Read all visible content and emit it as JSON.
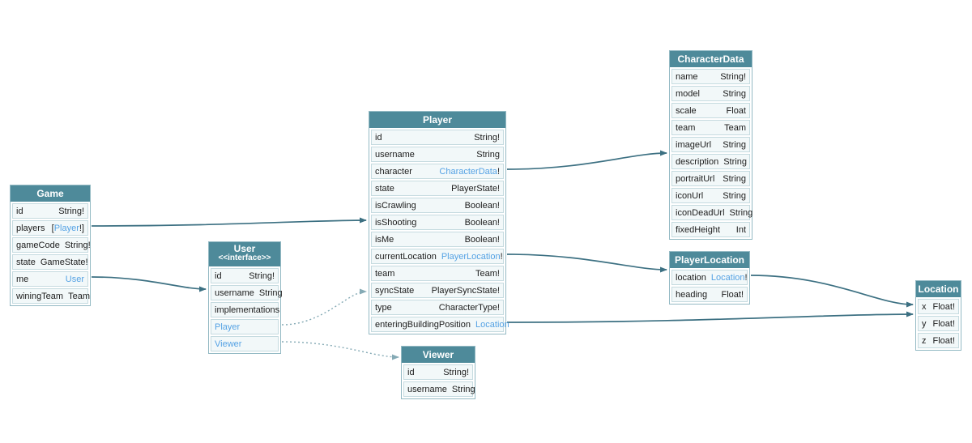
{
  "diagram": {
    "colors": {
      "header_bg": "#4e8a9a",
      "header_text": "#ffffff",
      "link_blue": "#55a2e4",
      "edge_solid": "#3c7082",
      "edge_dotted": "#85aab5",
      "row_bg": "#f2f8f9",
      "row_border": "#c6dbe0",
      "table_border": "#94bac4"
    },
    "tables": [
      {
        "name": "Game",
        "fields": [
          {
            "name": "id",
            "type": [
              {
                "text": "String!"
              }
            ]
          },
          {
            "name": "players",
            "type": [
              {
                "text": "["
              },
              {
                "text": "Player",
                "link": true
              },
              {
                "text": "!]"
              }
            ]
          },
          {
            "name": "gameCode",
            "type": [
              {
                "text": "String!"
              }
            ]
          },
          {
            "name": "state",
            "type": [
              {
                "text": "GameState!"
              }
            ]
          },
          {
            "name": "me",
            "type": [
              {
                "text": "User",
                "link": true
              }
            ]
          },
          {
            "name": "winingTeam",
            "type": [
              {
                "text": "Team"
              }
            ]
          }
        ]
      },
      {
        "name": "User",
        "subtitle": "<<interface>>",
        "fields": [
          {
            "name": "id",
            "type": [
              {
                "text": "String!"
              }
            ]
          },
          {
            "name": "username",
            "type": [
              {
                "text": "String"
              }
            ]
          },
          {
            "name": "implementations",
            "type": []
          },
          {
            "name": "Player",
            "type": [],
            "name_link": true
          },
          {
            "name": "Viewer",
            "type": [],
            "name_link": true
          }
        ]
      },
      {
        "name": "Player",
        "fields": [
          {
            "name": "id",
            "type": [
              {
                "text": "String!"
              }
            ]
          },
          {
            "name": "username",
            "type": [
              {
                "text": "String"
              }
            ]
          },
          {
            "name": "character",
            "type": [
              {
                "text": "CharacterData",
                "link": true
              },
              {
                "text": "!"
              }
            ]
          },
          {
            "name": "state",
            "type": [
              {
                "text": "PlayerState!"
              }
            ]
          },
          {
            "name": "isCrawling",
            "type": [
              {
                "text": "Boolean!"
              }
            ]
          },
          {
            "name": "isShooting",
            "type": [
              {
                "text": "Boolean!"
              }
            ]
          },
          {
            "name": "isMe",
            "type": [
              {
                "text": "Boolean!"
              }
            ]
          },
          {
            "name": "currentLocation",
            "type": [
              {
                "text": "PlayerLocation",
                "link": true
              },
              {
                "text": "!"
              }
            ]
          },
          {
            "name": "team",
            "type": [
              {
                "text": "Team!"
              }
            ]
          },
          {
            "name": "syncState",
            "type": [
              {
                "text": "PlayerSyncState!"
              }
            ]
          },
          {
            "name": "type",
            "type": [
              {
                "text": "CharacterType!"
              }
            ]
          },
          {
            "name": "enteringBuildingPosition",
            "type": [
              {
                "text": "Location",
                "link": true
              }
            ]
          }
        ]
      },
      {
        "name": "Viewer",
        "fields": [
          {
            "name": "id",
            "type": [
              {
                "text": "String!"
              }
            ]
          },
          {
            "name": "username",
            "type": [
              {
                "text": "String"
              }
            ]
          }
        ]
      },
      {
        "name": "CharacterData",
        "fields": [
          {
            "name": "name",
            "type": [
              {
                "text": "String!"
              }
            ]
          },
          {
            "name": "model",
            "type": [
              {
                "text": "String"
              }
            ]
          },
          {
            "name": "scale",
            "type": [
              {
                "text": "Float"
              }
            ]
          },
          {
            "name": "team",
            "type": [
              {
                "text": "Team"
              }
            ]
          },
          {
            "name": "imageUrl",
            "type": [
              {
                "text": "String"
              }
            ]
          },
          {
            "name": "description",
            "type": [
              {
                "text": "String"
              }
            ]
          },
          {
            "name": "portraitUrl",
            "type": [
              {
                "text": "String"
              }
            ]
          },
          {
            "name": "iconUrl",
            "type": [
              {
                "text": "String"
              }
            ]
          },
          {
            "name": "iconDeadUrl",
            "type": [
              {
                "text": "String"
              }
            ]
          },
          {
            "name": "fixedHeight",
            "type": [
              {
                "text": "Int"
              }
            ]
          }
        ]
      },
      {
        "name": "PlayerLocation",
        "fields": [
          {
            "name": "location",
            "type": [
              {
                "text": "Location",
                "link": true
              },
              {
                "text": "!"
              }
            ]
          },
          {
            "name": "heading",
            "type": [
              {
                "text": "Float!"
              }
            ]
          }
        ]
      },
      {
        "name": "Location",
        "fields": [
          {
            "name": "x",
            "type": [
              {
                "text": "Float!"
              }
            ]
          },
          {
            "name": "y",
            "type": [
              {
                "text": "Float!"
              }
            ]
          },
          {
            "name": "z",
            "type": [
              {
                "text": "Float!"
              }
            ]
          }
        ]
      }
    ],
    "edges": [
      {
        "from": "Game.players",
        "to": "Player",
        "style": "solid"
      },
      {
        "from": "Game.me",
        "to": "User",
        "style": "solid"
      },
      {
        "from": "User.Player",
        "to": "Player",
        "style": "dotted"
      },
      {
        "from": "User.Viewer",
        "to": "Viewer",
        "style": "dotted"
      },
      {
        "from": "Player.character",
        "to": "CharacterData",
        "style": "solid"
      },
      {
        "from": "Player.currentLocation",
        "to": "PlayerLocation",
        "style": "solid"
      },
      {
        "from": "Player.enteringBuildingPosition",
        "to": "Location",
        "style": "solid"
      },
      {
        "from": "PlayerLocation.location",
        "to": "Location",
        "style": "solid"
      }
    ]
  }
}
